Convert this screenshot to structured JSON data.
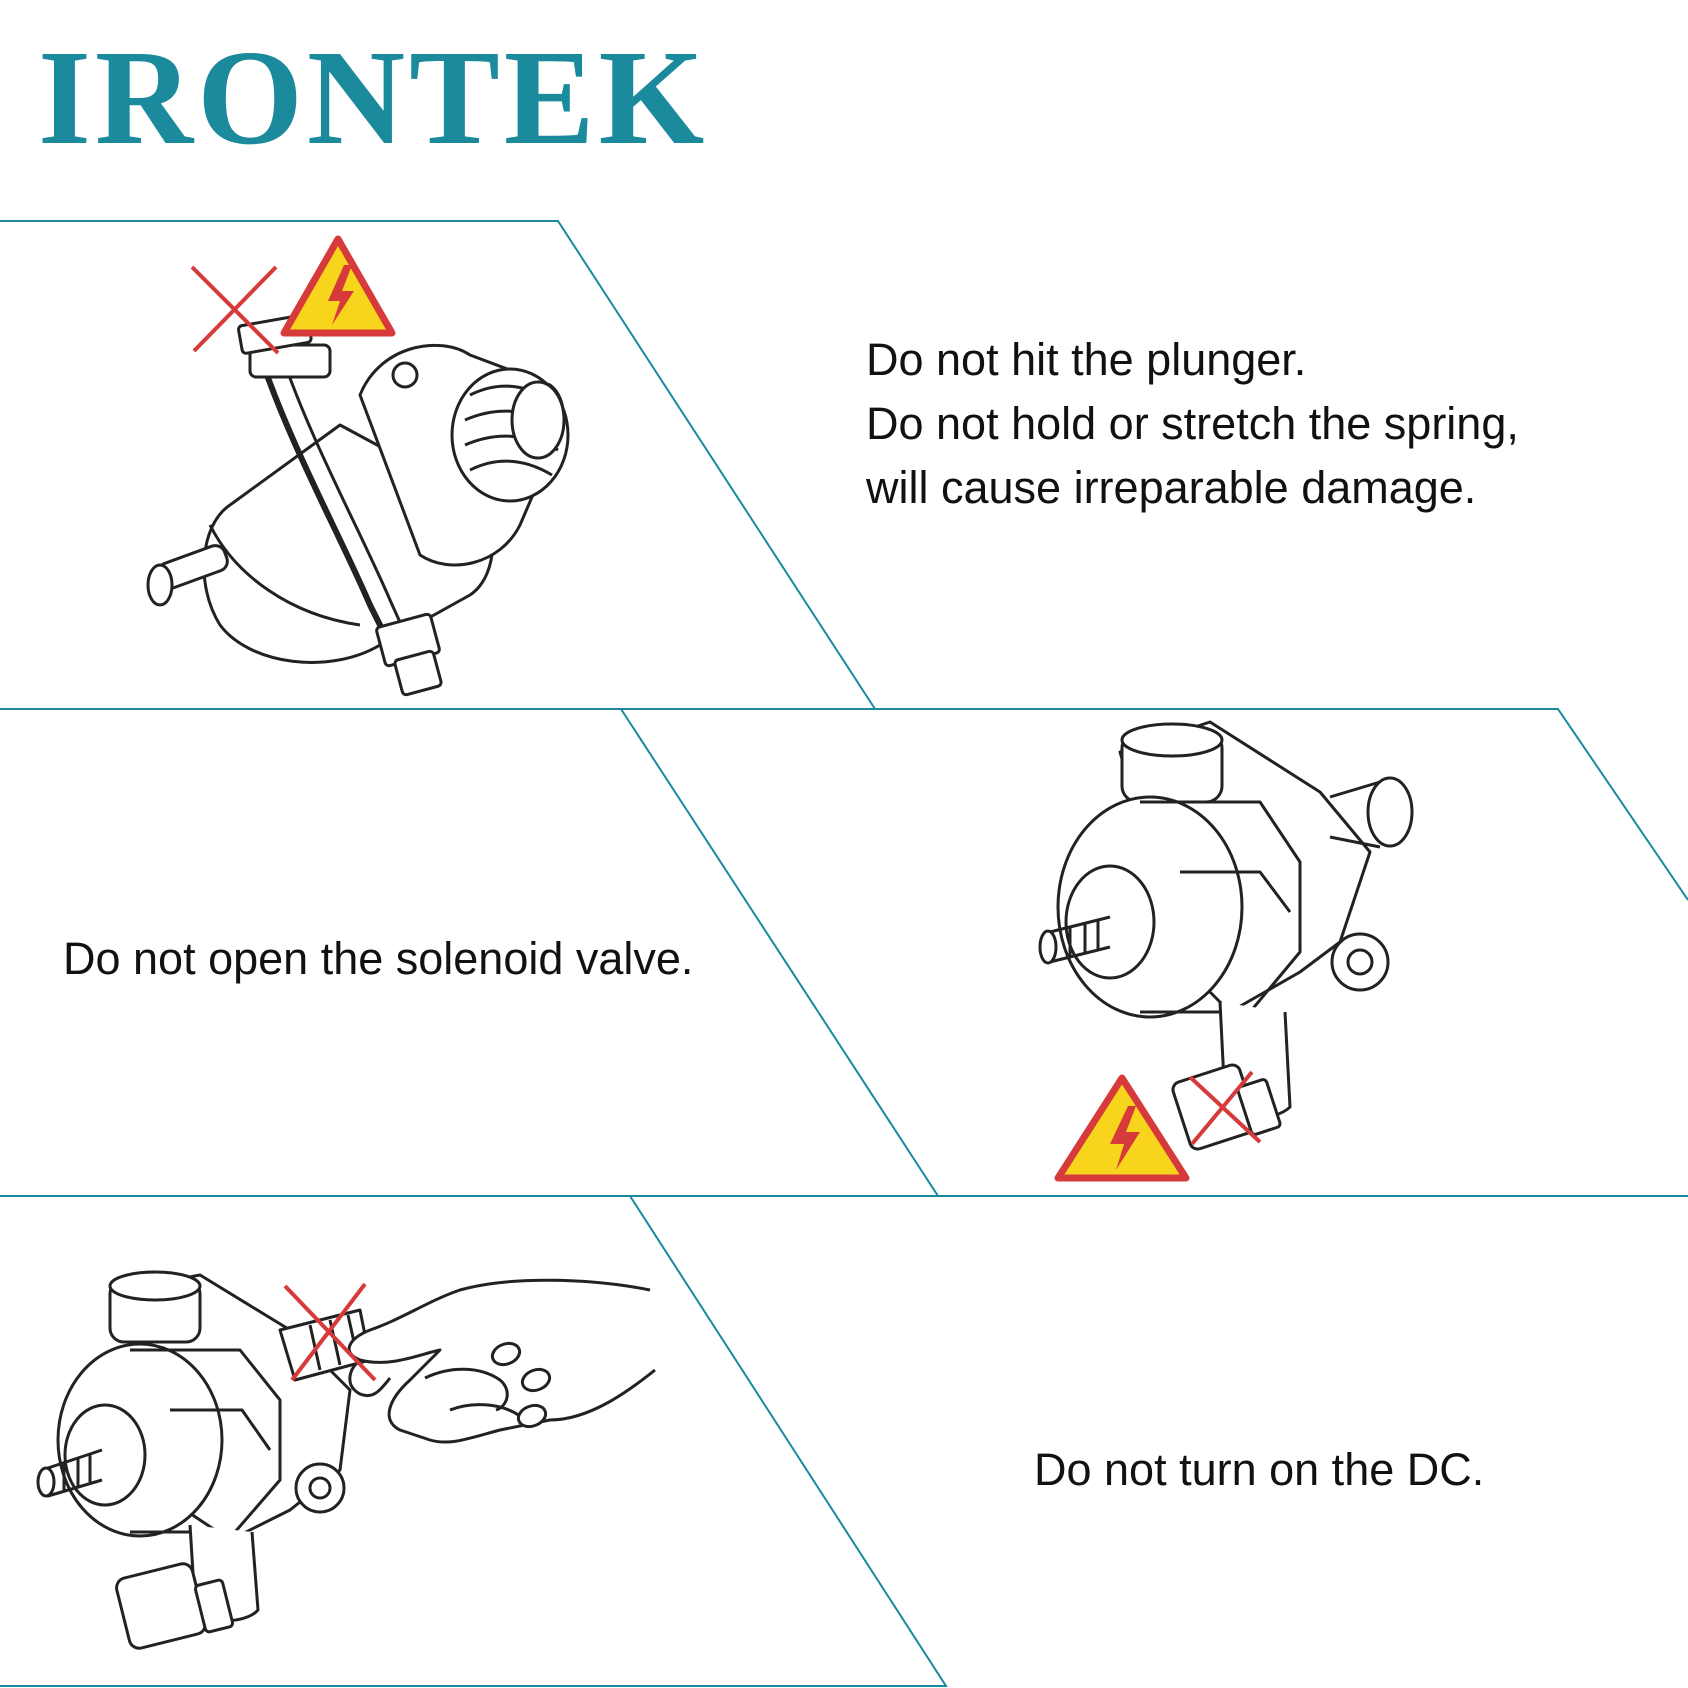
{
  "brand": {
    "name": "IRONTEK",
    "color": "#1a8a9c"
  },
  "warnings": [
    {
      "lines": [
        "Do not hit the plunger.",
        "Do not hold or stretch the spring,",
        "will cause irreparable damage."
      ]
    },
    {
      "lines": [
        "Do not open the solenoid valve."
      ]
    },
    {
      "lines": [
        "Do not turn on the DC."
      ]
    }
  ],
  "colors": {
    "divider": "#1a8a9c",
    "warn_fill": "#f7d51c",
    "warn_stroke": "#d63a3a",
    "cross": "#d63a3a",
    "ink": "#222222"
  },
  "icons": [
    "high-voltage-warning-icon",
    "prohibited-cross-icon",
    "fuel-pump-illustration",
    "hand-illustration"
  ]
}
